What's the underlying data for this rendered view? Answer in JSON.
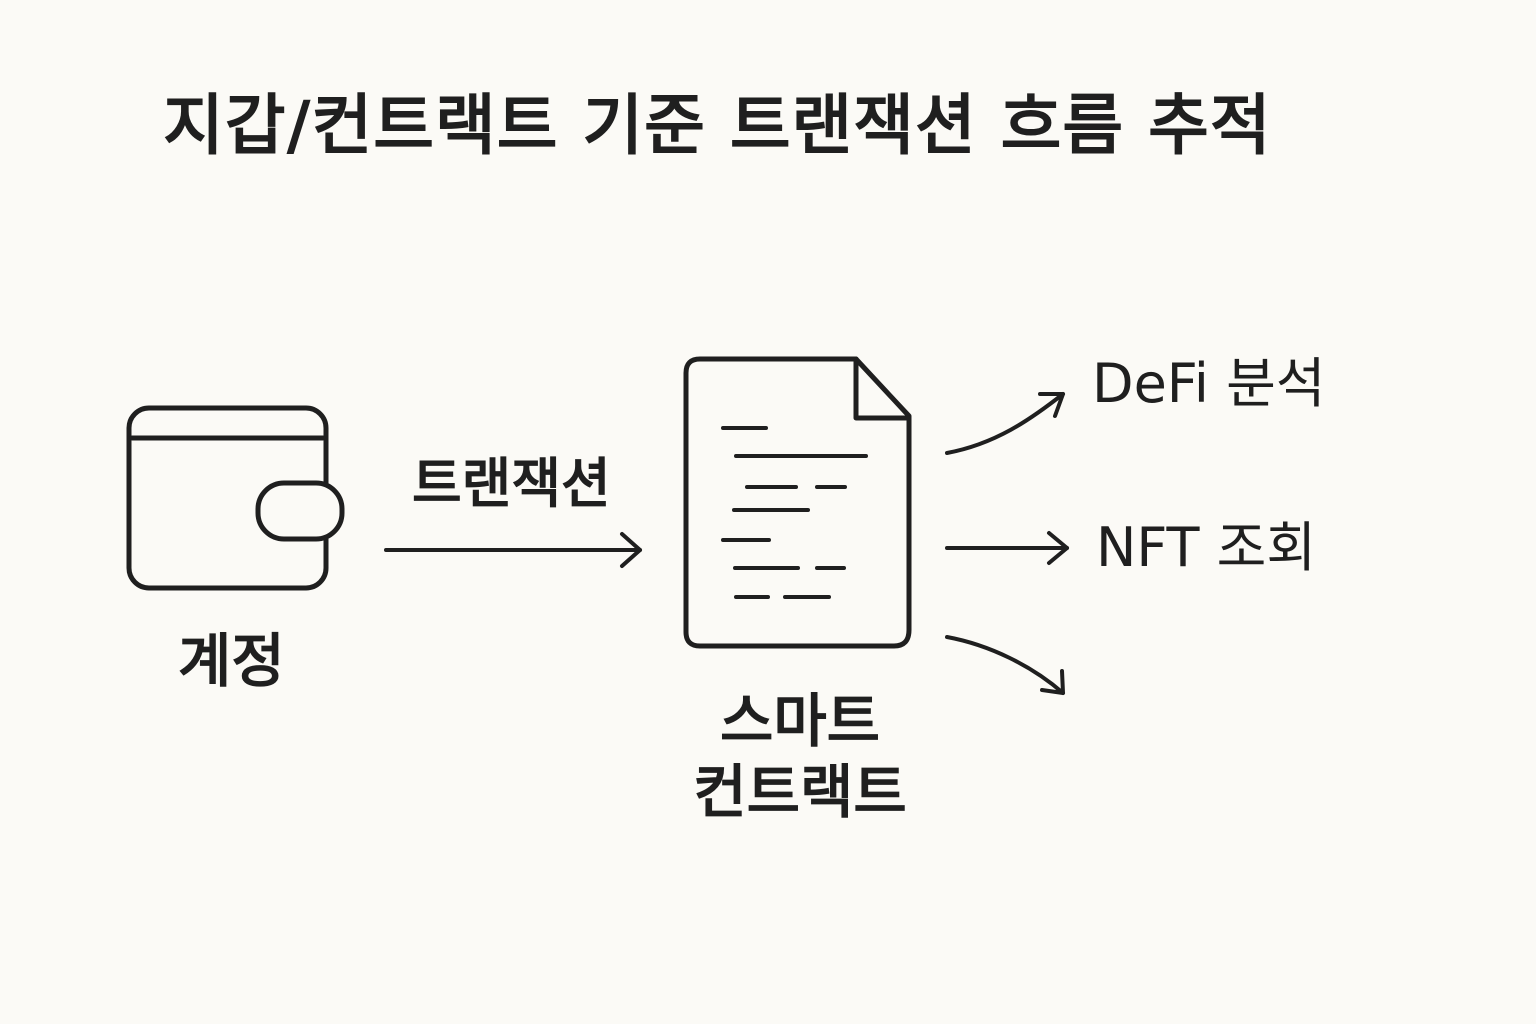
{
  "title": "지갑/컨트랙트 기준 트랜잭션 흐름 추적",
  "nodes": {
    "account": {
      "label": "계정",
      "icon": "wallet-icon"
    },
    "contract": {
      "label_lines": [
        "스마트",
        "컨트랙트"
      ],
      "icon": "document-icon"
    }
  },
  "edges": {
    "transaction": {
      "label": "트랜잭션"
    }
  },
  "outputs": [
    {
      "label": "DeFi 분석"
    },
    {
      "label": "NFT 조회"
    },
    {
      "label": ""
    }
  ],
  "colors": {
    "background": "#fbfaf6",
    "stroke": "#1f1f1f"
  }
}
